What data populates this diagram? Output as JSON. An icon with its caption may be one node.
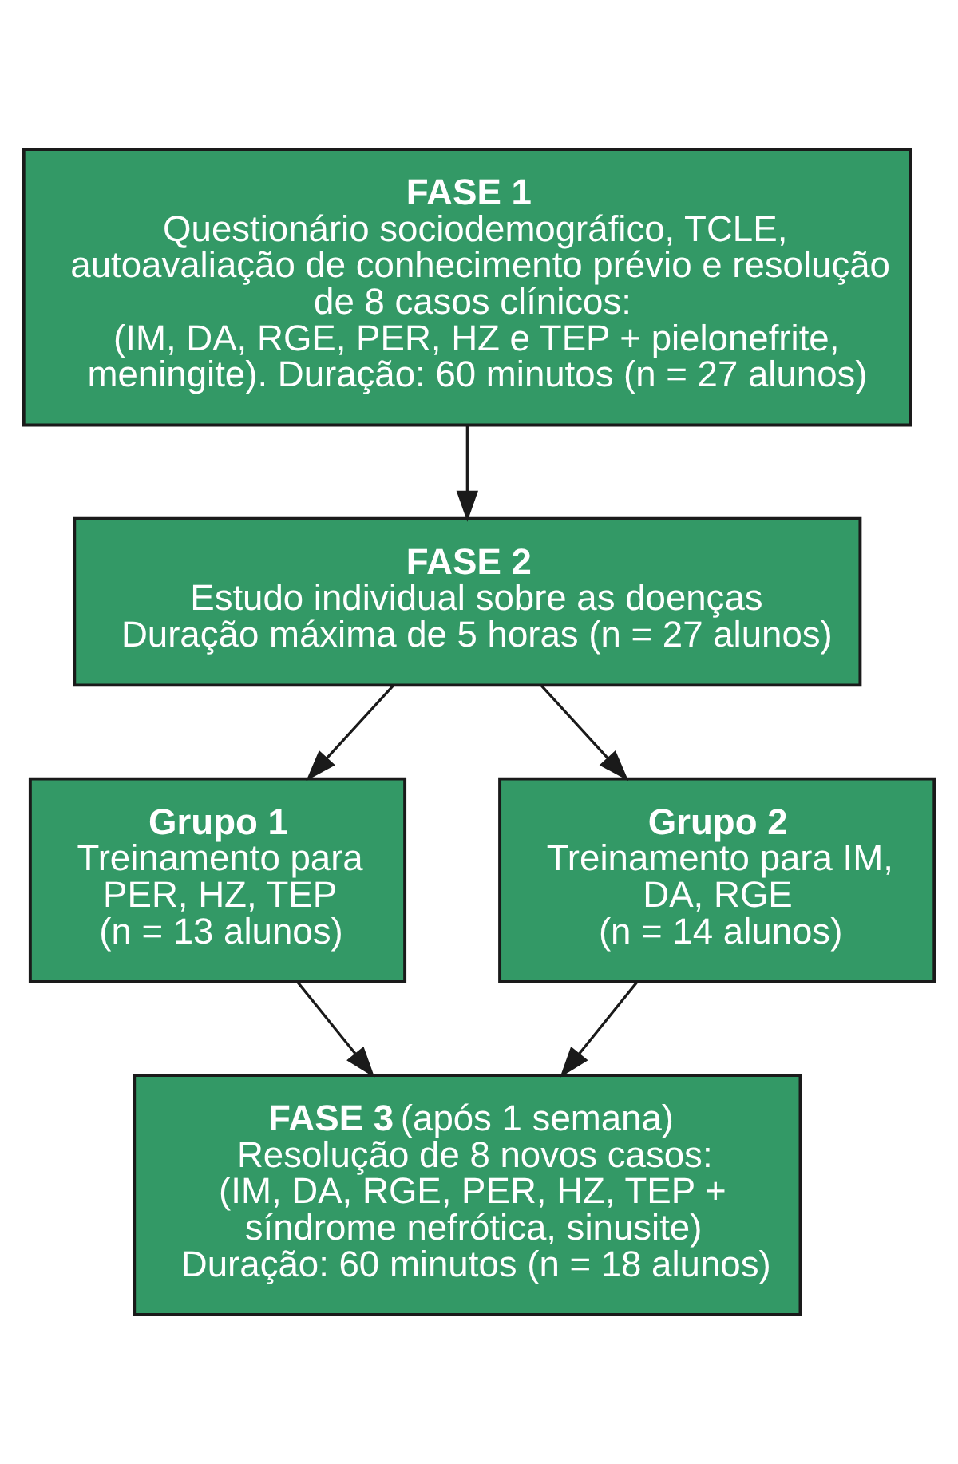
{
  "diagram": {
    "nodes": [
      {
        "text": [
          "**FASE 1**",
          "Questionário sociodemográfico, TCLE, autoavaliação de conhecimento prévio e resolução de 8 casos clínicos:",
          "(IM, DA, RGE, PER, HZ e TEP + pielonefrite, meningite). Duração: 60 minutos (n = 27 alunos)"
        ]
      },
      {
        "text": [
          "**FASE 2**",
          "Estudo individual sobre as doenças",
          "Duração máxima de 5 horas (n = 27 alunos)"
        ]
      },
      {
        "text": [
          "**Grupo 1**",
          "Treinamento para PER, HZ, TEP",
          "(n = 13 alunos)"
        ]
      },
      {
        "text": [
          "**Grupo 2**",
          "Treinamento para IM, DA, RGE",
          "(n = 14 alunos)"
        ]
      },
      {
        "text": [
          "**FASE 3** (após 1 semana)",
          "Resolução de 8 novos casos:",
          "(IM, DA, RGE, PER, HZ, TEP + síndrome nefrótica, sinusite)",
          "Duração: 60 minutos (n = 18 alunos)"
        ]
      }
    ],
    "edges": [
      {
        "from": 0,
        "to": 1,
        "arrow": "to"
      },
      {
        "from": 1,
        "to": 2,
        "arrow": "to"
      },
      {
        "from": 1,
        "to": 3,
        "arrow": "to"
      },
      {
        "from": 2,
        "to": 4,
        "arrow": "to"
      },
      {
        "from": 3,
        "to": 4,
        "arrow": "to"
      }
    ]
  }
}
